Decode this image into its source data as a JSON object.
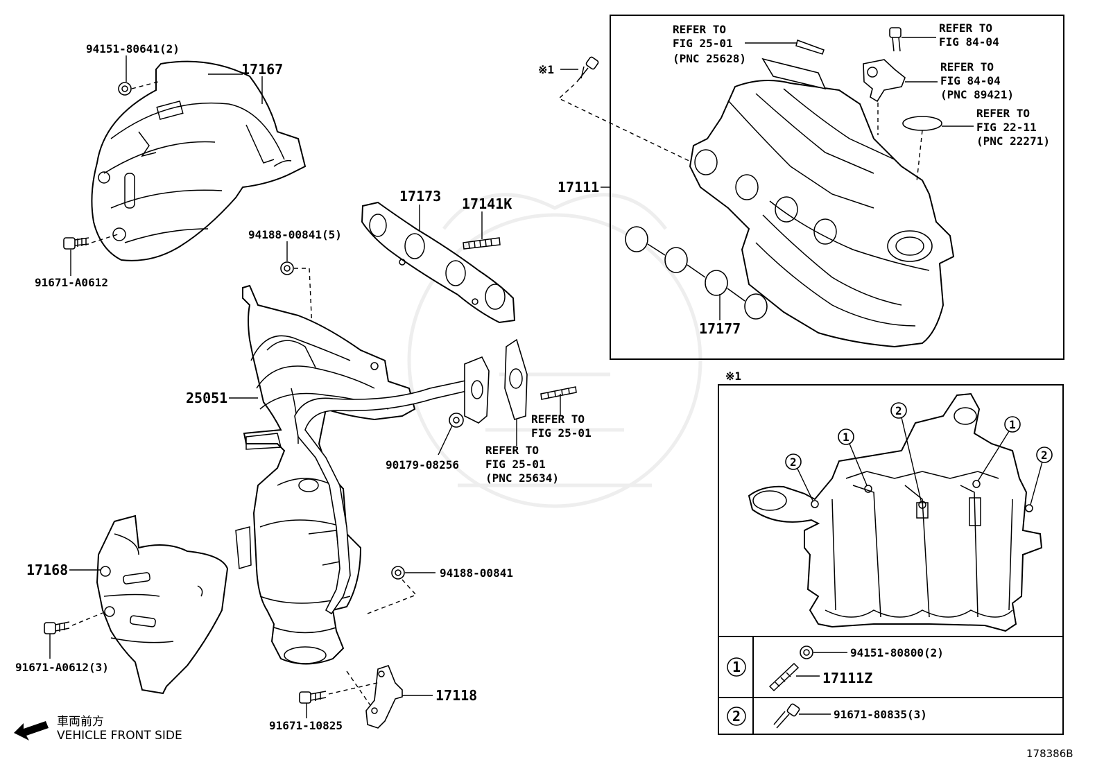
{
  "diagram": {
    "id_code": "178386B",
    "vehicle_front": {
      "jp": "車両前方",
      "en": "VEHICLE FRONT SIDE"
    },
    "parts": {
      "p17167": "17167",
      "p94151_80641": "94151-80641(2)",
      "p91671_A0612_top": "91671-A0612",
      "p17173": "17173",
      "p17141K": "17141K",
      "p94188_00841_5": "94188-00841(5)",
      "p25051": "25051",
      "p90179_08256": "90179-08256",
      "p17168": "17168",
      "p91671_A0612_3": "91671-A0612(3)",
      "p94188_00841": "94188-00841",
      "p17118": "17118",
      "p91671_10825": "91671-10825",
      "p17111": "17111",
      "p17177": "17177"
    },
    "refs": {
      "r1": [
        "REFER TO",
        "FIG 25-01",
        "(PNC 25628)"
      ],
      "r2": [
        "REFER TO",
        "FIG 84-04"
      ],
      "r3": [
        "REFER TO",
        "FIG 84-04",
        "(PNC 89421)"
      ],
      "r4": [
        "REFER TO",
        "FIG 22-11",
        "(PNC 22271)"
      ],
      "r5": [
        "REFER TO",
        "FIG 25-01"
      ],
      "r6": [
        "REFER TO",
        "FIG 25-01",
        "(PNC 25634)"
      ]
    },
    "note_mark": "※1",
    "detail": {
      "mark": "※1",
      "circle1": "1",
      "circle2": "2",
      "legend": [
        {
          "num": "1",
          "items": [
            "94151-80800(2)",
            "17111Z"
          ]
        },
        {
          "num": "2",
          "items": [
            "91671-80835(3)"
          ]
        }
      ]
    }
  }
}
